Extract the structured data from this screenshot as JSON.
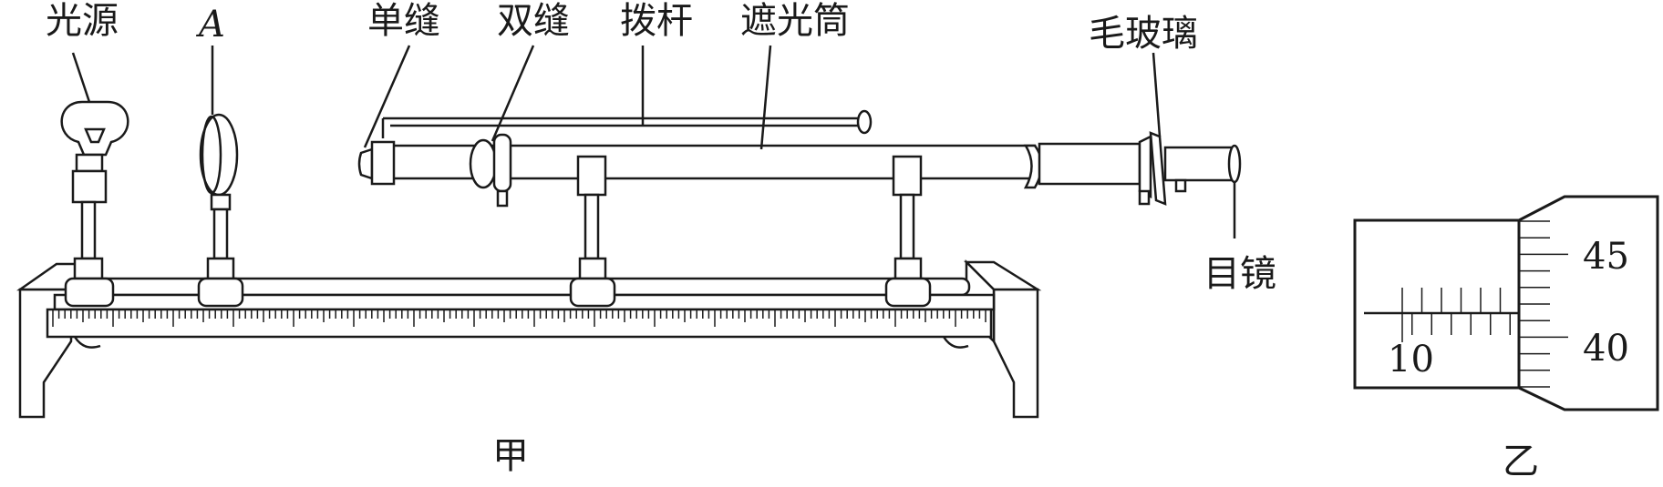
{
  "labels": {
    "light_source": "光源",
    "lens_a": "A",
    "single_slit": "单缝",
    "double_slit": "双缝",
    "lever": "拨杆",
    "shade_tube": "遮光筒",
    "frosted_glass": "毛玻璃",
    "eyepiece": "目镜"
  },
  "captions": {
    "left": "甲",
    "right": "乙"
  },
  "micrometer": {
    "main_scale_reading": "10",
    "drum_upper": "45",
    "drum_lower": "40"
  },
  "colors": {
    "ink": "#1a1a1a",
    "paper": "#ffffff"
  }
}
